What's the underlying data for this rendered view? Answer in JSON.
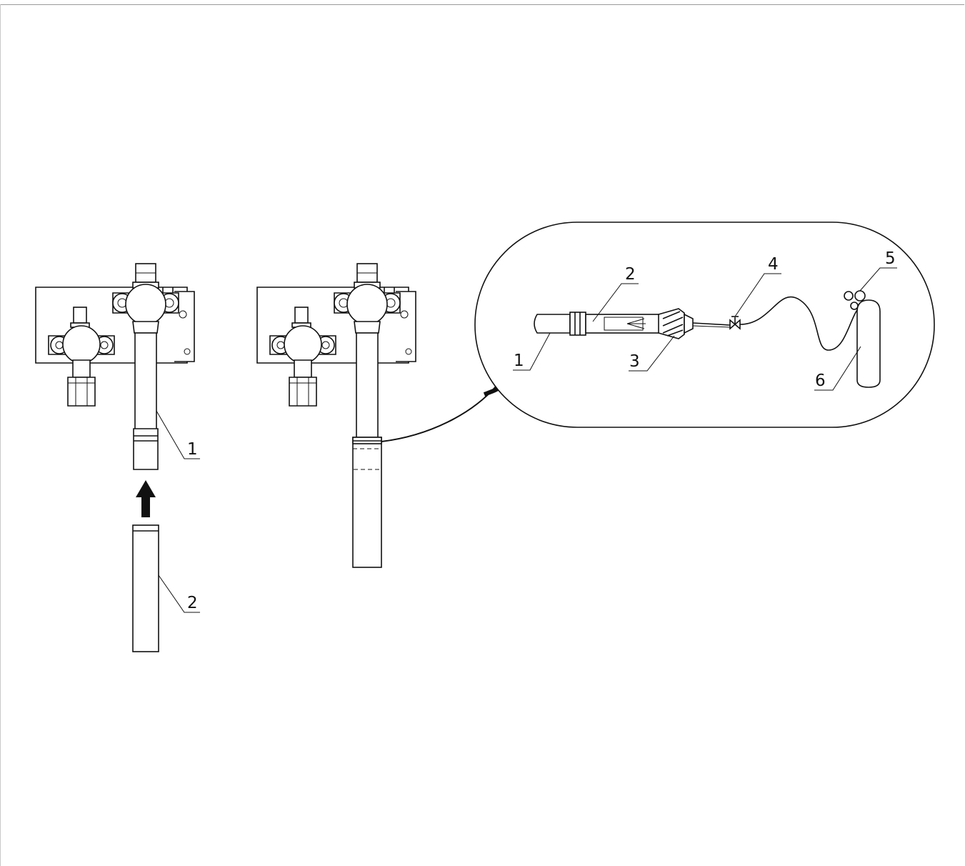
{
  "figure": {
    "left_assembly": {
      "labels": {
        "pipe": "1",
        "extension_pipe": "2"
      },
      "arrow_icon": "up-arrow-icon"
    },
    "detail_bubble": {
      "labels": {
        "pipe": "1",
        "extension_pipe": "2",
        "tape": "3",
        "valve": "4",
        "regulator": "5",
        "cylinder": "6"
      }
    }
  },
  "colors": {
    "stroke": "#111111",
    "background": "#ffffff"
  }
}
